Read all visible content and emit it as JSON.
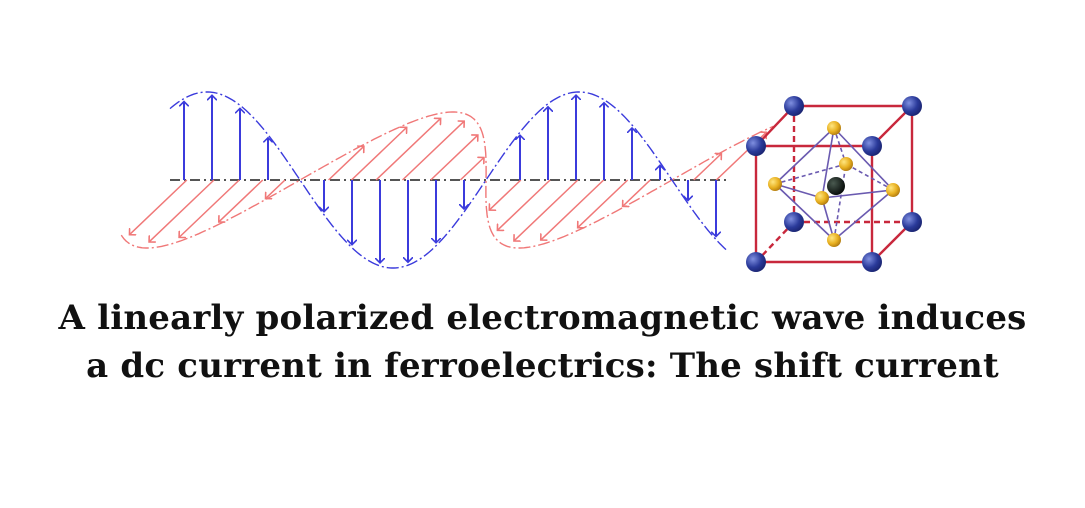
{
  "caption": {
    "line1": "A linearly polarized electromagnetic wave induces",
    "line2": "a dc current in ferroelectrics: The shift current"
  },
  "colors": {
    "electric_field": "#3b3bdc",
    "magnetic_field": "#f07878",
    "axis": "#555555",
    "cube_edge": "#c8283c",
    "octahedron": "#6a5ab0",
    "corner_atom": "#2a3a9a",
    "face_atom": "#e8b020",
    "center_atom": "#0a1a10"
  },
  "icons": {
    "wave": "polarized-wave-illustration",
    "crystal": "perovskite-unit-cell"
  }
}
